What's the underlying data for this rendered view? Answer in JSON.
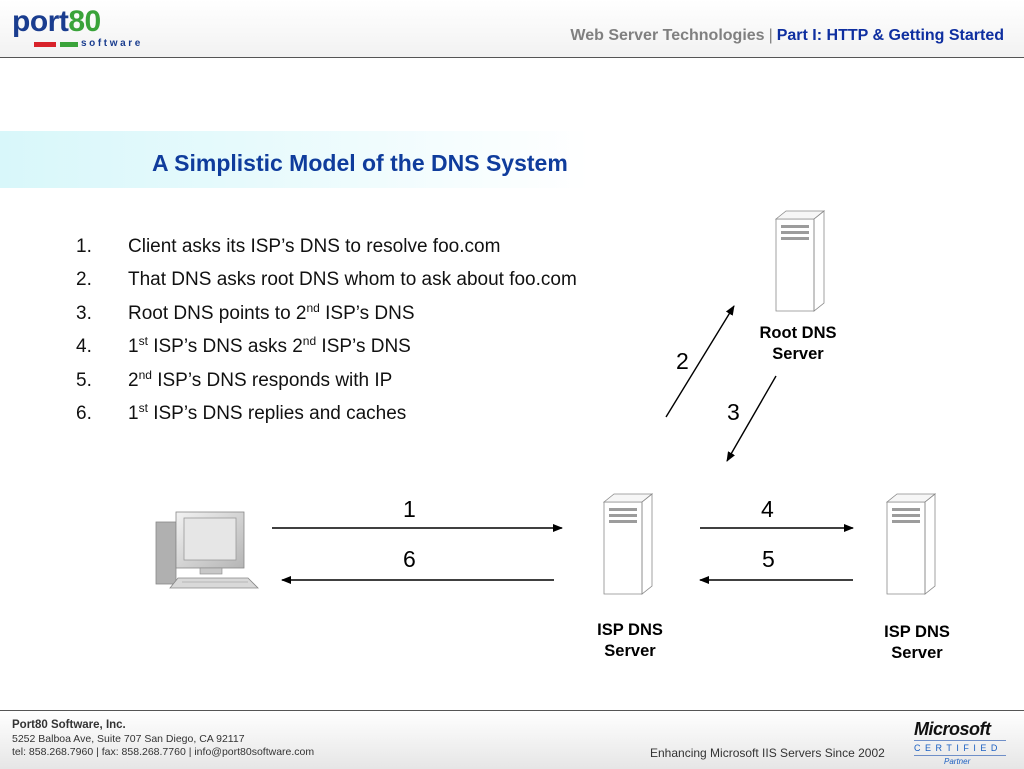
{
  "header": {
    "logo_word_left": "port",
    "logo_word_right": "80",
    "logo_sub": "software",
    "section_label": "Web Server Technologies",
    "separator": "|",
    "part_label": "Part I: HTTP & Getting Started"
  },
  "slide": {
    "title": "A Simplistic Model of the DNS System"
  },
  "steps": [
    {
      "num": "1.",
      "pre": "Client asks its ISP’s DNS to resolve foo.com",
      "sup1": "",
      "mid": "",
      "sup2": "",
      "post": ""
    },
    {
      "num": "2.",
      "pre": "That DNS asks root DNS whom to ask about foo.com",
      "sup1": "",
      "mid": "",
      "sup2": "",
      "post": ""
    },
    {
      "num": "3.",
      "pre": "Root DNS points to 2",
      "sup1": "nd",
      "mid": " ISP’s DNS",
      "sup2": "",
      "post": ""
    },
    {
      "num": "4.",
      "pre": "1",
      "sup1": "st",
      "mid": " ISP’s DNS asks 2",
      "sup2": "nd",
      "post": " ISP’s DNS"
    },
    {
      "num": "5.",
      "pre": "2",
      "sup1": "nd",
      "mid": " ISP’s DNS responds with IP",
      "sup2": "",
      "post": ""
    },
    {
      "num": "6.",
      "pre": "1",
      "sup1": "st",
      "mid": " ISP’s DNS replies and caches",
      "sup2": "",
      "post": ""
    }
  ],
  "diagram": {
    "root_server_label": [
      "Root DNS",
      "Server"
    ],
    "isp1_server_label": [
      "ISP DNS",
      "Server"
    ],
    "isp2_server_label": [
      "ISP DNS",
      "Server"
    ],
    "arrow_labels": {
      "a1": "1",
      "a2": "2",
      "a3": "3",
      "a4": "4",
      "a5": "5",
      "a6": "6"
    },
    "client_icon": "desktop-computer-icon",
    "server_icon": "server-tower-icon"
  },
  "footer": {
    "company": "Port80 Software, Inc.",
    "address": "5252 Balboa Ave, Suite 707 San Diego, CA 92117",
    "contact": "tel: 858.268.7960 | fax: 858.268.7760 | info@port80software.com",
    "tagline": "Enhancing Microsoft IIS Servers Since 2002",
    "ms_word": "Microsoft",
    "ms_cert": "CERTIFIED",
    "ms_partner": "Partner"
  },
  "colors": {
    "brand_blue": "#1a3d8f",
    "brand_green": "#3aa33a",
    "brand_red": "#d8232a",
    "title_blue": "#0f3c9c",
    "header_blue": "#0f2fa0",
    "band_cyan": "#d8f7fa"
  }
}
